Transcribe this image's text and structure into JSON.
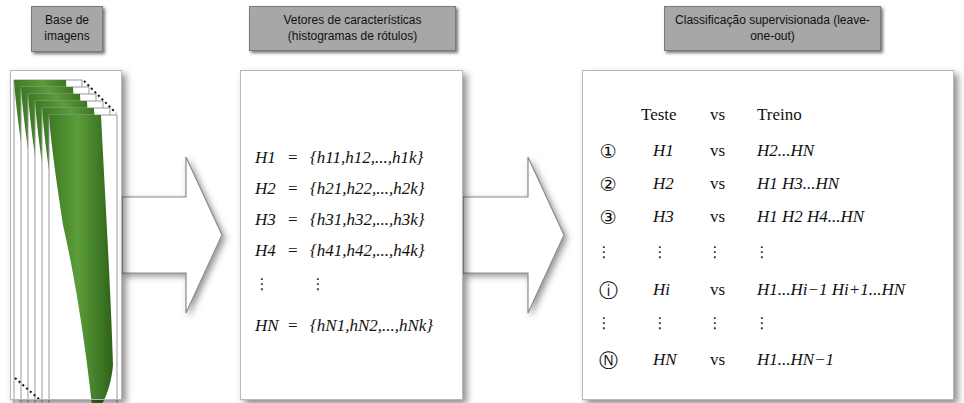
{
  "diagram": {
    "nodes": [
      {
        "text": [
          "Base de imagens"
        ]
      },
      {
        "text": [
          "Vetores de características (histogramas de rótulos)"
        ]
      },
      {
        "text": [
          "Classificação supervisionada (leave-one-out)"
        ]
      }
    ],
    "edges": [
      {
        "from": 0,
        "to": 1,
        "arrow": "to"
      },
      {
        "from": 1,
        "to": 2,
        "arrow": "to"
      }
    ],
    "labels": [
      "H1",
      "=",
      "{h11,h12,...,h1k}",
      "H2",
      "=",
      "{h21,h22,...,h2k}",
      "H3",
      "=",
      "{h31,h32,...,h3k}",
      "H4",
      "=",
      "{h41,h42,...,h4k}",
      "⋮",
      "⋮",
      "HN",
      "=",
      "{hN1,hN2,...,hNk}",
      "Teste",
      "vs",
      "Treino",
      "①",
      "H1",
      "vs",
      "H2...HN",
      "②",
      "H2",
      "vs",
      "H1 H3...HN",
      "③",
      "H3",
      "vs",
      "H1 H2 H4...HN",
      "⋮",
      "⋮",
      "⋮",
      "⋮",
      "ⓘ",
      "Hi",
      "vs",
      "H1...Hi−1 Hi+1...HN",
      "⋮",
      "⋮",
      "⋮",
      "⋮",
      "Ⓝ",
      "HN",
      "vs",
      "H1...HN−1"
    ]
  }
}
